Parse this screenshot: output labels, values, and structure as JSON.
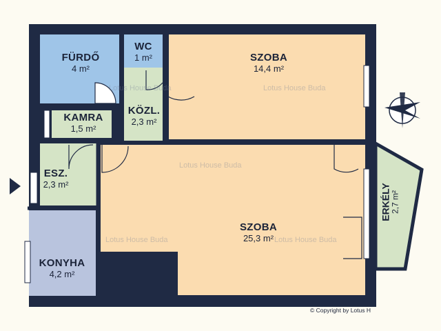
{
  "rooms": {
    "furdo": {
      "name": "FÜRDŐ",
      "area": "4 m²"
    },
    "wc": {
      "name": "WC",
      "area": "1 m²"
    },
    "szoba1": {
      "name": "SZOBA",
      "area": "14,4 m²"
    },
    "kamra": {
      "name": "KAMRA",
      "area": "1,5 m²"
    },
    "kozl": {
      "name": "KÖZL.",
      "area": "2,3 m²"
    },
    "esz": {
      "name": "ESZ.",
      "area": "2,3 m²"
    },
    "szoba2": {
      "name": "SZOBA",
      "area": "25,3 m²"
    },
    "konyha": {
      "name": "KONYHA",
      "area": "4,2 m²"
    },
    "erkely": {
      "name": "ERKÉLY",
      "area": "2,7 m²"
    }
  },
  "watermark": "Lotus House Buda",
  "copyright": "© Copyright by Lotus H",
  "colors": {
    "wall": "#1f2a44",
    "bathroom": "#9fc5e8",
    "living": "#fbdcb0",
    "utility": "#d5e4c6",
    "kitchen": "#b9c4de",
    "balcony": "#d5e4c6"
  },
  "icons": [
    "compass-icon",
    "entrance-arrow-icon"
  ]
}
